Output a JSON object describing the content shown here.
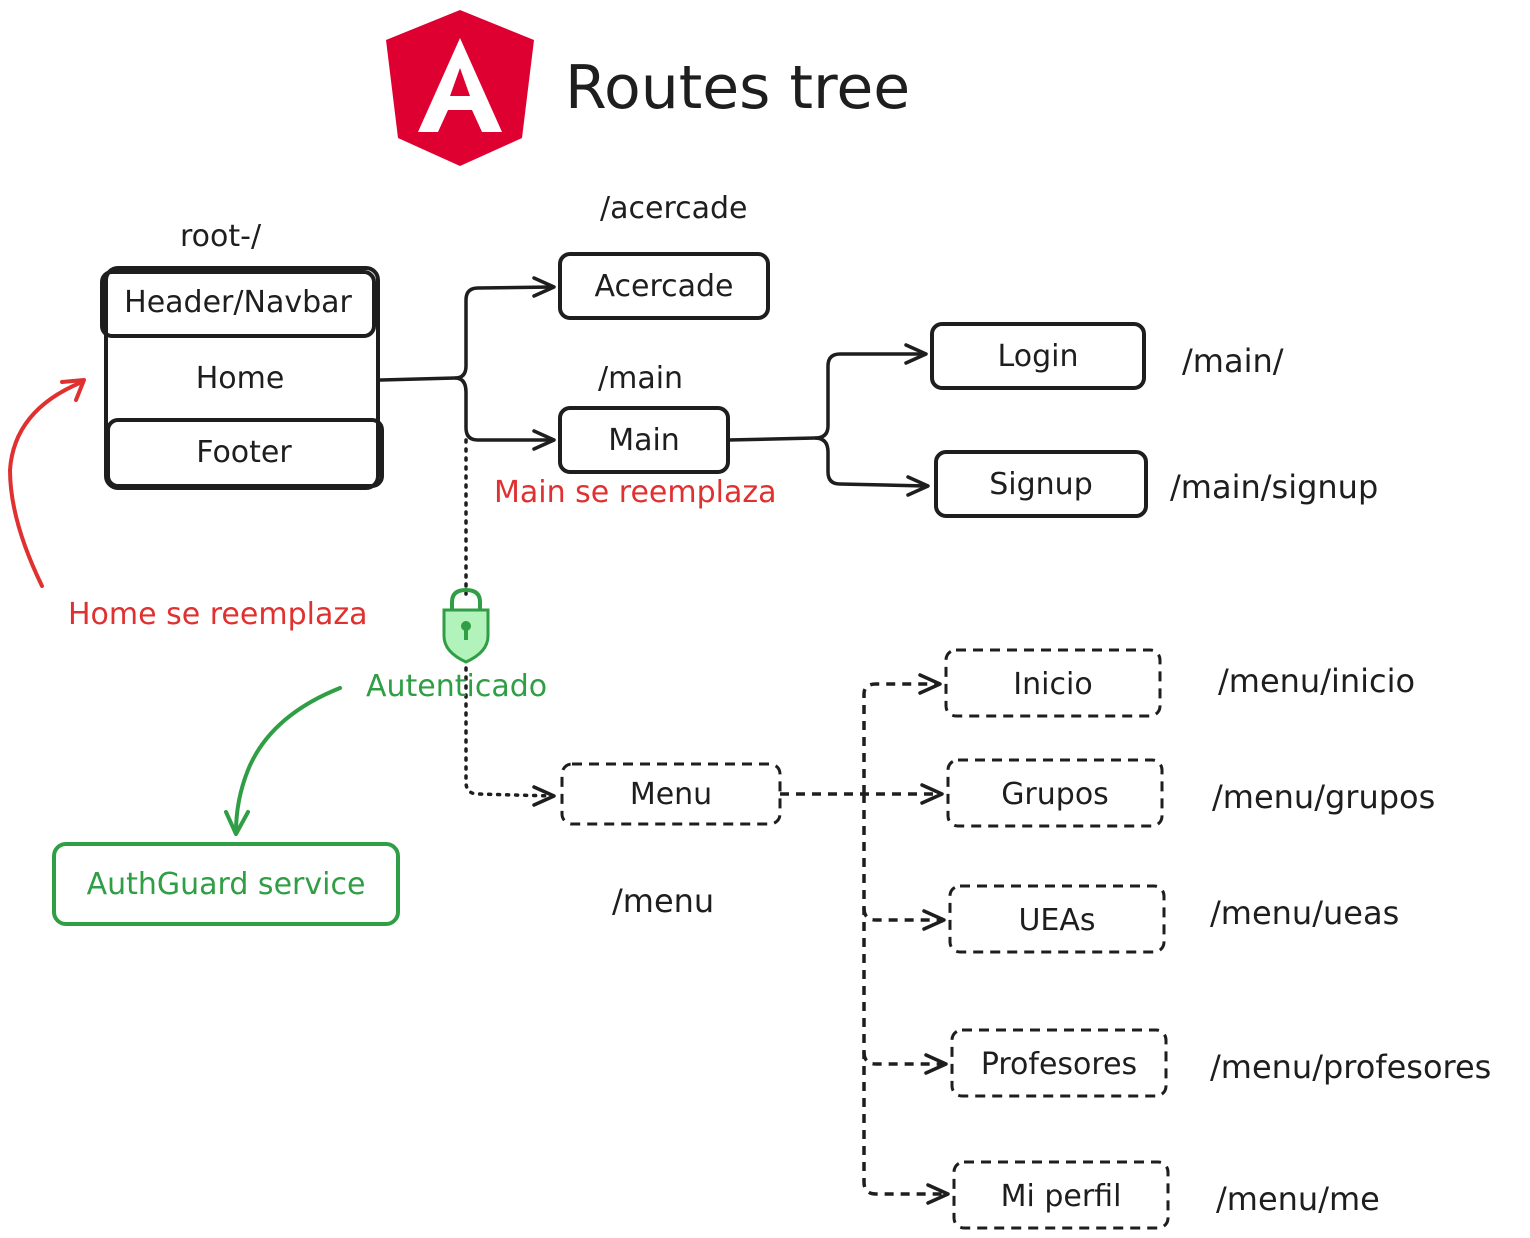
{
  "title": "Routes tree",
  "logo": {
    "name": "angular-logo",
    "color": "#dd0031"
  },
  "colors": {
    "ink": "#1e1e1e",
    "red": "#e03131",
    "green": "#2f9e44"
  },
  "root": {
    "path": "root-/",
    "header": "Header/Navbar",
    "home": "Home",
    "footer": "Footer"
  },
  "nodes": {
    "acercade": {
      "label": "Acercade",
      "path": "/acercade"
    },
    "main": {
      "label": "Main",
      "path": "/main"
    },
    "login": {
      "label": "Login",
      "path": "/main/"
    },
    "signup": {
      "label": "Signup",
      "path": "/main/signup"
    },
    "menu": {
      "label": "Menu",
      "path": "/menu"
    },
    "inicio": {
      "label": "Inicio",
      "path": "/menu/inicio"
    },
    "grupos": {
      "label": "Grupos",
      "path": "/menu/grupos"
    },
    "ueas": {
      "label": "UEAs",
      "path": "/menu/ueas"
    },
    "profesores": {
      "label": "Profesores",
      "path": "/menu/profesores"
    },
    "perfil": {
      "label": "Mi perfil",
      "path": "/menu/me"
    }
  },
  "notes": {
    "home_replaced": "Home se reemplaza",
    "main_replaced": "Main se reemplaza",
    "authenticated": "Autenticado",
    "guard": "AuthGuard service"
  },
  "icons": {
    "guard": "lock-icon"
  }
}
